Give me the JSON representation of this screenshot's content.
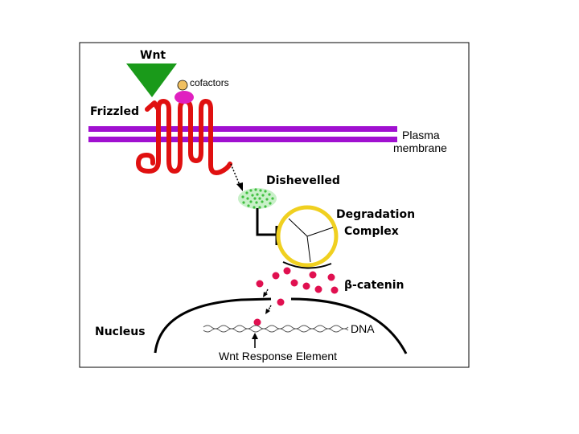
{
  "labels": {
    "wnt": "Wnt",
    "cofactors": "cofactors",
    "frizzled": "Frizzled",
    "plasma_line1": "Plasma",
    "plasma_line2": "membrane",
    "dishevelled": "Dishevelled",
    "degradation_line1": "Degradation",
    "degradation_line2": "Complex",
    "beta_catenin": "β-catenin",
    "nucleus": "Nucleus",
    "dna": "DNA",
    "wnt_response_element": "Wnt Response Element"
  },
  "colors": {
    "wnt_triangle": "#1a9a1a",
    "cofactor_head": "#f0c060",
    "cofactor_body": "#e020c0",
    "frizzled": "#e01010",
    "membrane": "#a010d0",
    "dishevelled": "#40c040",
    "degradation_ring": "#f0d020",
    "beta_catenin": "#e01050"
  },
  "icons": {
    "wnt": "green-triangle",
    "cofactor": "figure-shape",
    "dishevelled": "dotted-blob",
    "degradation_complex": "ring-with-spokes",
    "beta_catenin": "red-dot"
  }
}
